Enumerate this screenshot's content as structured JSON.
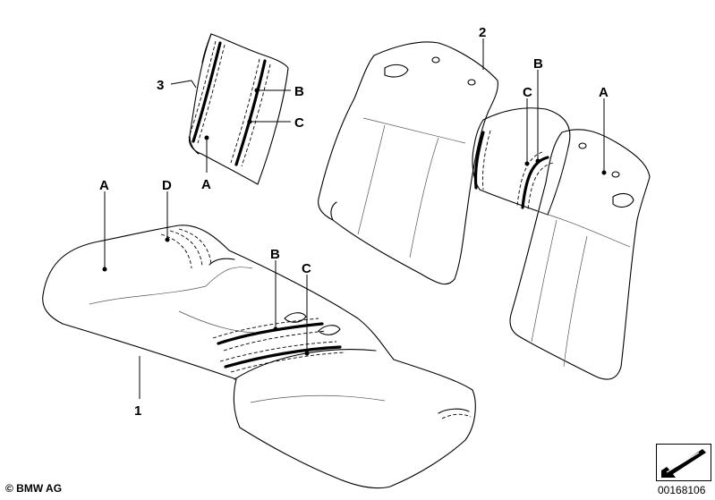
{
  "callouts": {
    "part_1": "1",
    "part_2": "2",
    "part_3": "3",
    "a": "A",
    "b": "B",
    "c": "C",
    "d": "D"
  },
  "footer": {
    "copyright": "© BMW AG",
    "diagram_id": "00168106"
  },
  "icons": {
    "nav": "orientation-arrow-icon"
  }
}
